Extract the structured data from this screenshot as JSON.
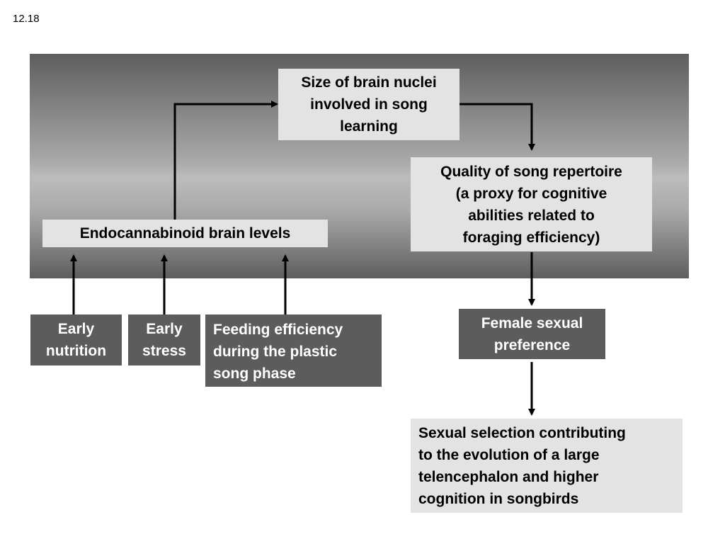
{
  "figure_label": "12.18",
  "nodes": {
    "brain_nuclei": "Size of brain nuclei\ninvolved in song\nlearning",
    "song_quality": "Quality of song repertoire\n(a proxy for cognitive\nabilities related to\nforaging efficiency)",
    "endocannabinoid": "Endocannabinoid brain levels",
    "early_nutrition": "Early\nnutrition",
    "early_stress": "Early\nstress",
    "feeding_efficiency": "Feeding efficiency\nduring the plastic\nsong phase",
    "female_preference": "Female sexual\npreference",
    "sexual_selection": "Sexual selection contributing\nto the evolution of a large\ntelencephalon and higher\ncognition in songbirds"
  },
  "colors": {
    "light_box": "#e3e3e3",
    "dark_box": "#5c5c5c",
    "arrow": "#000000"
  }
}
